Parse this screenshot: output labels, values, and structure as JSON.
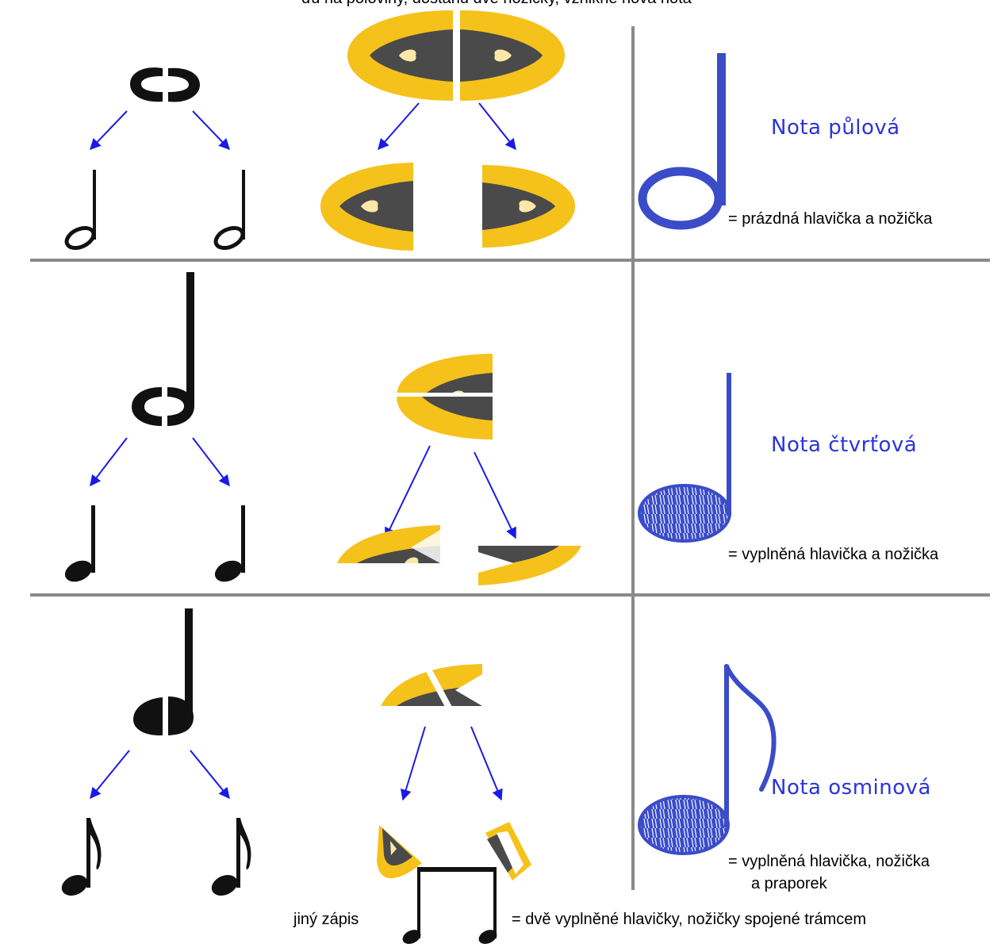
{
  "top_caption": "ďu na poloviny, dostanu dvě nožičky, vznikne nová nota",
  "rows": [
    {
      "title": "Nota půlová",
      "description_lines": [
        "= prázdná hlavička a nožička"
      ]
    },
    {
      "title": "Nota čtvrťová",
      "description_lines": [
        "= vyplněná hlavička a nožička"
      ]
    },
    {
      "title": "Nota osminová",
      "description_lines": [
        "= vyplněná hlavička, nožička",
        "a praporek"
      ]
    }
  ],
  "beam_note": {
    "label": "jiný zápis",
    "description": "= dvě vyplněné hlavičky, nožičky spojené trámcem"
  },
  "colors": {
    "note_blue": "#3b4cc8",
    "arrow_blue": "#1a1ae6",
    "pizza_yellow": "#f5c21b",
    "pizza_gray": "#4a4a4a",
    "grid_gray": "#8a8a8a"
  }
}
